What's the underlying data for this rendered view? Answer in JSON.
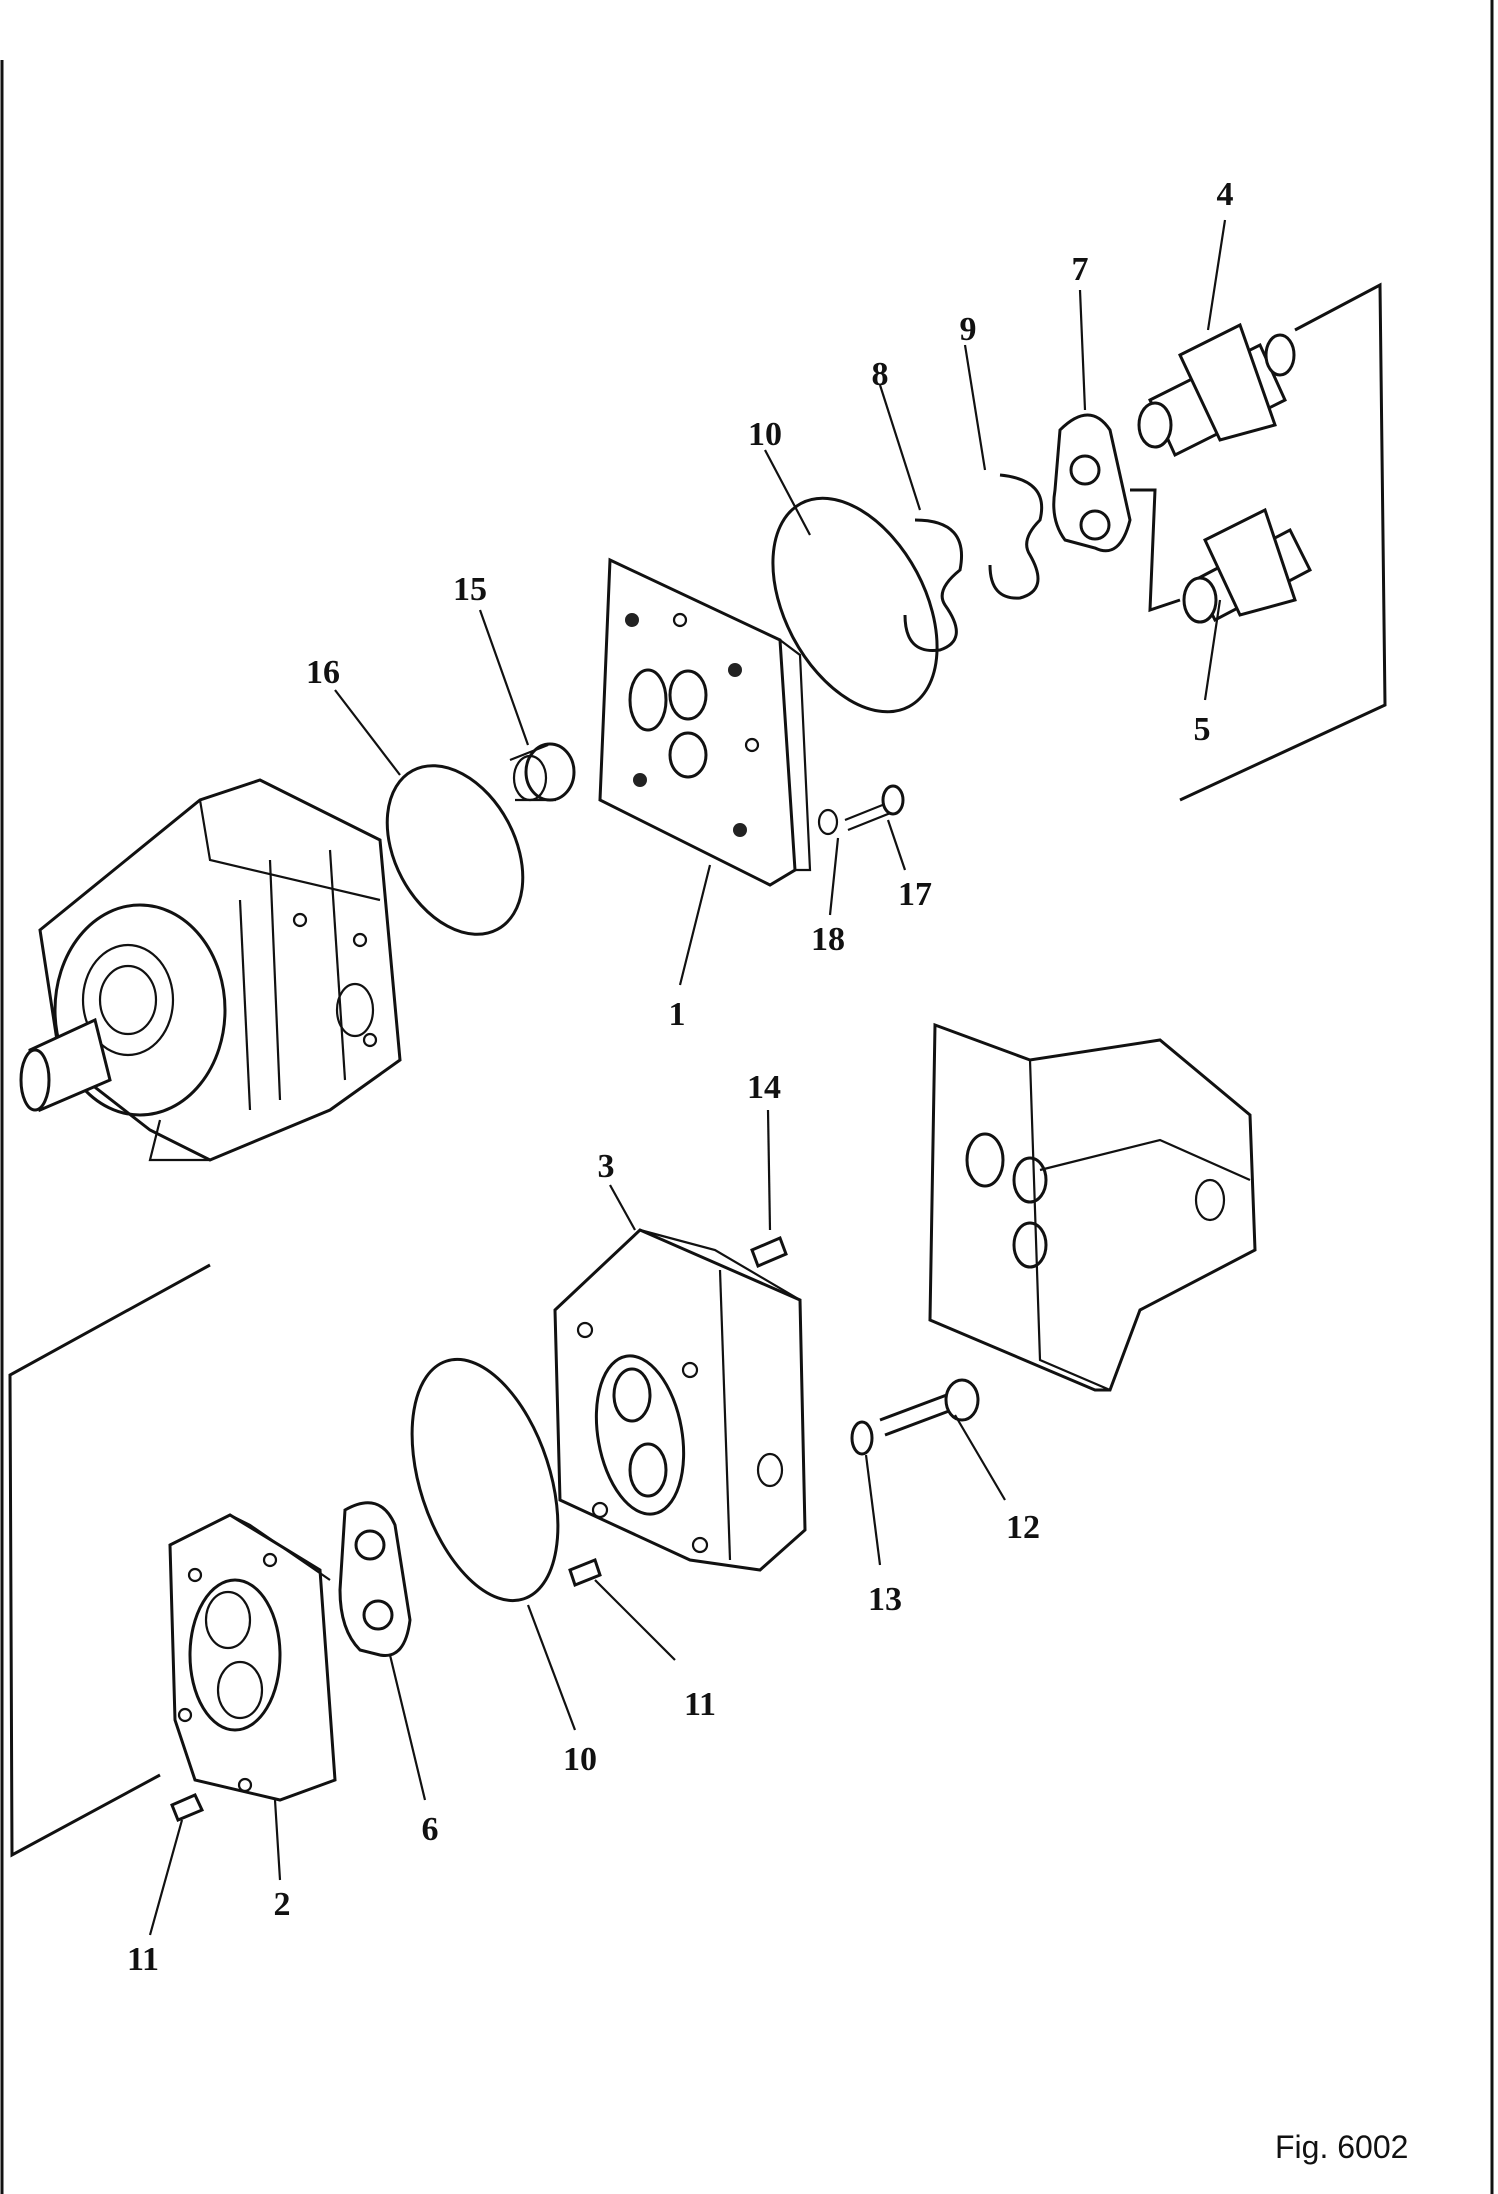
{
  "figure_label": "Fig. 6002",
  "callouts": {
    "c1": "1",
    "c2": "2",
    "c3": "3",
    "c4": "4",
    "c5": "5",
    "c6": "6",
    "c7": "7",
    "c8": "8",
    "c9": "9",
    "c10a": "10",
    "c10b": "10",
    "c11a": "11",
    "c11b": "11",
    "c12": "12",
    "c13": "13",
    "c14": "14",
    "c15": "15",
    "c16": "16",
    "c17": "17",
    "c18": "18"
  }
}
